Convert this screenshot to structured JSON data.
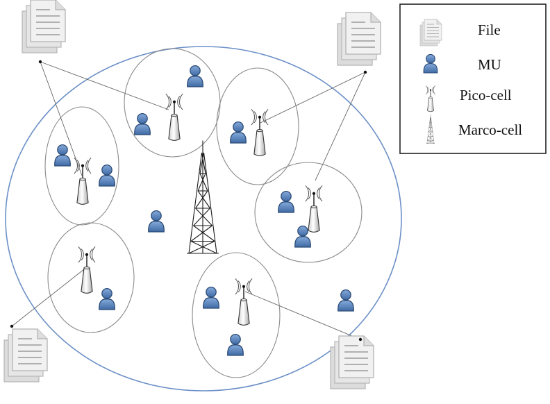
{
  "diagram": {
    "legend": {
      "items": [
        {
          "icon": "file-icon",
          "label": "File"
        },
        {
          "icon": "mobile-user-icon",
          "label": "MU"
        },
        {
          "icon": "pico-cell-icon",
          "label": "Pico-cell"
        },
        {
          "icon": "macro-cell-tower-icon",
          "label": "Marco-cell"
        }
      ]
    },
    "colors": {
      "macro_cell_boundary": "#6b8fc7",
      "pico_cell_boundary": "#8a8a8a",
      "user_fill": "#5b86bf",
      "user_stroke": "#2b4a75",
      "file_fill": "#eeeeee",
      "link_line": "#666666"
    }
  }
}
